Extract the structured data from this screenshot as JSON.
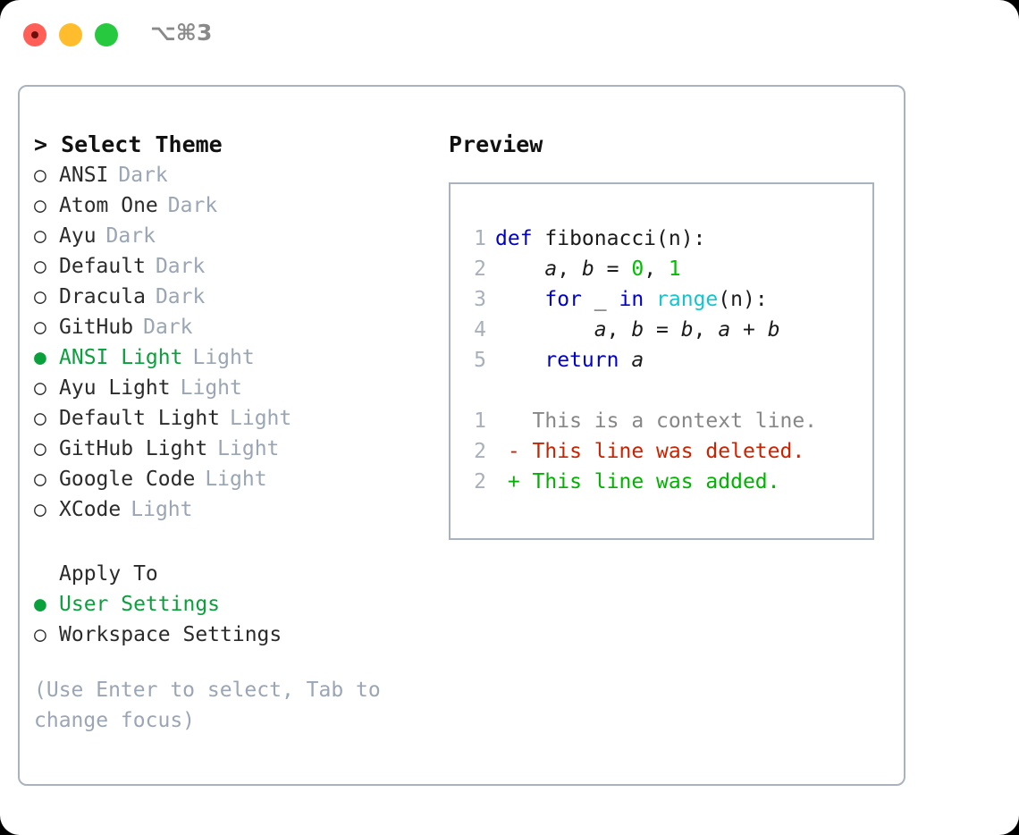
{
  "titlebar": {
    "shortcut": "⌥⌘3",
    "buttons": [
      {
        "name": "close",
        "color": "#ff5f56"
      },
      {
        "name": "minimize",
        "color": "#ffbd2e"
      },
      {
        "name": "zoom",
        "color": "#27c93f"
      }
    ]
  },
  "colors": {
    "panel_border": "#a9b3c0",
    "accent_green": "#0aa03c",
    "dim_text": "#9aa5b5",
    "keyword_blue": "#0000cc",
    "function_cyan": "#11c6cf",
    "number_green": "#00bf00",
    "diff_delete_red": "#cc2200",
    "diff_add_green": "#00b300",
    "diff_context_gray": "#878787",
    "line_number": "#a8b0bc"
  },
  "left_panel": {
    "heading": "> Select Theme",
    "selected_marker": "●",
    "unselected_marker": "○",
    "themes": [
      {
        "name": "ANSI",
        "variant": "Dark",
        "selected": false
      },
      {
        "name": "Atom One",
        "variant": "Dark",
        "selected": false
      },
      {
        "name": "Ayu",
        "variant": "Dark",
        "selected": false
      },
      {
        "name": "Default",
        "variant": "Dark",
        "selected": false
      },
      {
        "name": "Dracula",
        "variant": "Dark",
        "selected": false
      },
      {
        "name": "GitHub",
        "variant": "Dark",
        "selected": false
      },
      {
        "name": "ANSI Light",
        "variant": "Light",
        "selected": true
      },
      {
        "name": "Ayu Light",
        "variant": "Light",
        "selected": false
      },
      {
        "name": "Default Light",
        "variant": "Light",
        "selected": false
      },
      {
        "name": "GitHub Light",
        "variant": "Light",
        "selected": false
      },
      {
        "name": "Google Code",
        "variant": "Light",
        "selected": false
      },
      {
        "name": "XCode",
        "variant": "Light",
        "selected": false
      }
    ],
    "apply_to": {
      "label": "Apply To",
      "options": [
        {
          "name": "User Settings",
          "selected": true
        },
        {
          "name": "Workspace Settings",
          "selected": false
        }
      ]
    },
    "hint": "(Use Enter to select, Tab to change focus)"
  },
  "right_panel": {
    "title": "Preview",
    "code_lines": [
      {
        "number": "1",
        "tokens": [
          {
            "text": "def ",
            "style": "kw"
          },
          {
            "text": "fibonacci(n):",
            "style": "plain"
          }
        ]
      },
      {
        "number": "2",
        "tokens": [
          {
            "text": "    ",
            "style": "plain"
          },
          {
            "text": "a",
            "style": "var"
          },
          {
            "text": ", ",
            "style": "plain"
          },
          {
            "text": "b",
            "style": "var"
          },
          {
            "text": " = ",
            "style": "plain"
          },
          {
            "text": "0",
            "style": "num"
          },
          {
            "text": ", ",
            "style": "plain"
          },
          {
            "text": "1",
            "style": "num"
          }
        ]
      },
      {
        "number": "3",
        "tokens": [
          {
            "text": "    ",
            "style": "plain"
          },
          {
            "text": "for",
            "style": "kw"
          },
          {
            "text": " _ ",
            "style": "plain"
          },
          {
            "text": "in",
            "style": "kw"
          },
          {
            "text": " ",
            "style": "plain"
          },
          {
            "text": "range",
            "style": "fn"
          },
          {
            "text": "(n):",
            "style": "plain"
          }
        ]
      },
      {
        "number": "4",
        "tokens": [
          {
            "text": "        ",
            "style": "plain"
          },
          {
            "text": "a",
            "style": "var"
          },
          {
            "text": ", ",
            "style": "plain"
          },
          {
            "text": "b",
            "style": "var"
          },
          {
            "text": " = ",
            "style": "plain"
          },
          {
            "text": "b",
            "style": "var"
          },
          {
            "text": ", ",
            "style": "plain"
          },
          {
            "text": "a",
            "style": "var"
          },
          {
            "text": " + ",
            "style": "plain"
          },
          {
            "text": "b",
            "style": "var"
          }
        ]
      },
      {
        "number": "5",
        "tokens": [
          {
            "text": "    ",
            "style": "plain"
          },
          {
            "text": "return",
            "style": "kw"
          },
          {
            "text": " ",
            "style": "plain"
          },
          {
            "text": "a",
            "style": "var"
          }
        ]
      }
    ],
    "diff_lines": [
      {
        "number": "1",
        "sign": " ",
        "text": "This is a context line.",
        "kind": "context"
      },
      {
        "number": "2",
        "sign": "-",
        "text": "This line was deleted.",
        "kind": "delete"
      },
      {
        "number": "2",
        "sign": "+",
        "text": "This line was added.",
        "kind": "add"
      }
    ]
  }
}
